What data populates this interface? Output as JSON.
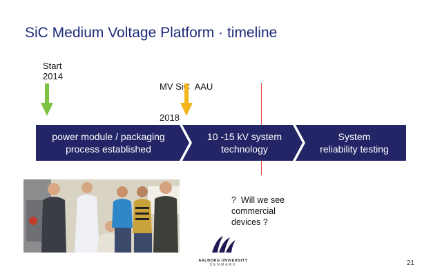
{
  "slide": {
    "title": "SiC Medium Voltage Platform · timeline",
    "page_number": "21"
  },
  "milestones": [
    {
      "name": "Start",
      "year": "2014",
      "arrow_color": "#7dc242"
    },
    {
      "name": "MV SiC  AAU",
      "year": "2018",
      "arrow_color": "#f2b51b"
    }
  ],
  "timeline": {
    "color": "#232566",
    "marker_color": "#e03b3b",
    "phases": [
      {
        "line1": "power module / packaging",
        "line2": "process established"
      },
      {
        "line1": "10 -15 kV system",
        "line2": "technology"
      },
      {
        "line1": "System",
        "line2": "reliability testing"
      }
    ]
  },
  "question": {
    "line1": "?  Will we see",
    "line2": "commercial",
    "line3": "devices ?"
  },
  "logo": {
    "university": "AALBORG UNIVERSITY",
    "country": "DENMARK"
  }
}
